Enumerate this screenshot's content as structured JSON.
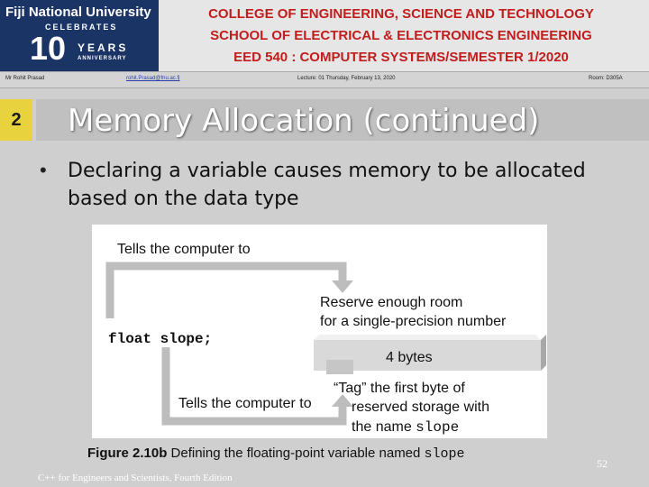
{
  "header": {
    "logo": {
      "university": "Fiji National University",
      "celebrates": "CELEBRATES",
      "number": "10",
      "years": "YEARS",
      "anniversary": "ANNIVERSARY"
    },
    "line1": "COLLEGE OF ENGINEERING, SCIENCE AND  TECHNOLOGY",
    "line2": "SCHOOL OF ELECTRICAL & ELECTRONICS ENGINEERING",
    "line3": "EED 540 : COMPUTER SYSTEMS/SEMESTER 1/2020",
    "accent_color": "#c21d1d",
    "logo_color": "#1a3466"
  },
  "infobar": {
    "lecturer": "Mr Rohit Prasad",
    "email": "rohit.Prasad@fnu.ac.fj",
    "lecture": "Lecture: 01 Thursday, February 13, 2020",
    "room": "Room: D305A"
  },
  "slide": {
    "badge": "2",
    "title": "Memory Allocation (continued)",
    "bullet": "Declaring a variable causes memory to be allocated based on the data type"
  },
  "figure": {
    "label_tells_top": "Tells the computer to",
    "label_reserve_1": "Reserve enough room",
    "label_reserve_2": "for a single-precision number",
    "code": "float slope;",
    "box_label": "4 bytes",
    "label_tells_bottom": "Tells the computer to",
    "tag_1": "“Tag” the first byte of",
    "tag_2": "reserved storage with",
    "tag_3_prefix": "the name ",
    "tag_3_code": "slope",
    "caption_bold": "Figure 2.10b",
    "caption_text": " Defining the floating-point variable named ",
    "caption_code": "slope"
  },
  "footer": {
    "page_number": "52",
    "book": "C++ for Engineers and Scientists, Fourth Edition"
  }
}
